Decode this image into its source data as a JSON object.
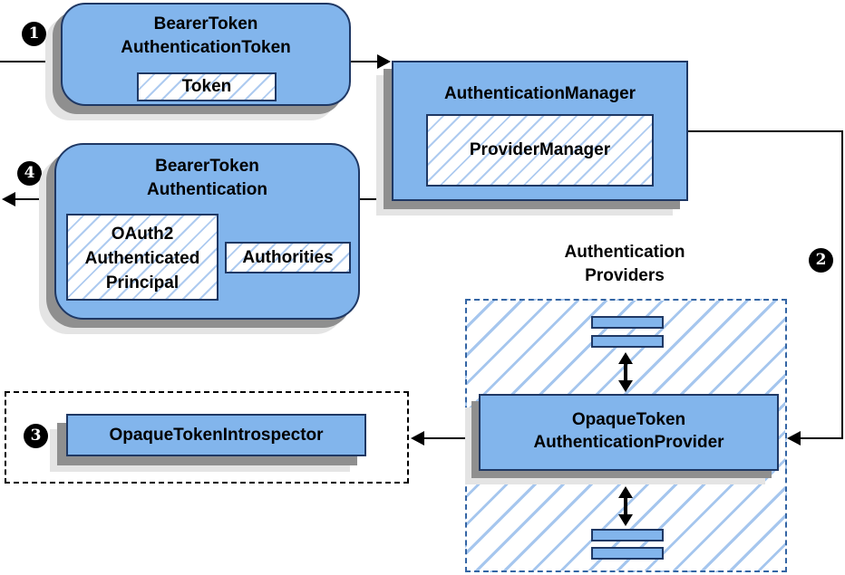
{
  "colors": {
    "box_fill": "#82B5EC",
    "box_border": "#1F3864",
    "hatch_stripe": "#AECBF0",
    "providers_dashed_border": "#3465A4",
    "introspector_dashed_border": "#000000",
    "shadow_dark": "#8F8F8F",
    "shadow_light": "#E4E4E4",
    "line_color": "#000000",
    "badge_fill": "#000000",
    "badge_text": "#ffffff"
  },
  "badges": {
    "step1": "1",
    "step2": "2",
    "step3": "3",
    "step4": "4"
  },
  "nodes": {
    "bearer_token_authentication_token": {
      "title_lines": [
        "BearerToken",
        "AuthenticationToken"
      ],
      "token_label": "Token"
    },
    "authentication_manager": {
      "title": "AuthenticationManager",
      "provider_manager_label": "ProviderManager"
    },
    "bearer_token_authentication": {
      "title_lines": [
        "BearerToken",
        "Authentication"
      ],
      "principal_lines": [
        "OAuth2",
        "Authenticated",
        "Principal"
      ],
      "authorities_label": "Authorities"
    },
    "authentication_providers": {
      "label_lines": [
        "Authentication",
        "Providers"
      ]
    },
    "opaque_token_authentication_provider": {
      "title_lines": [
        "OpaqueToken",
        "AuthenticationProvider"
      ]
    },
    "opaque_token_introspector": {
      "label": "OpaqueTokenIntrospector"
    }
  }
}
